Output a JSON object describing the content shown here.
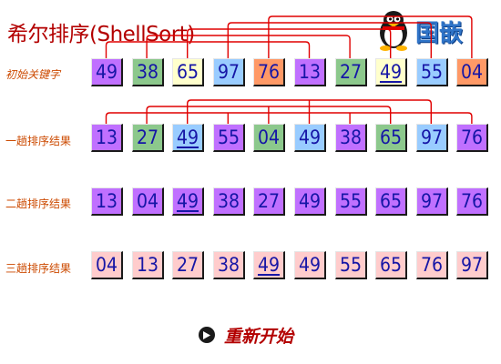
{
  "title": "希尔排序(ShellSort)",
  "logo": {
    "text": "国嵌"
  },
  "colors": {
    "purple": "#c070ff",
    "green": "#8cc88c",
    "yellow": "#ffffcc",
    "blue": "#99ccff",
    "orange": "#ff9966",
    "pink": "#ffcccc",
    "arc": "#e00000"
  },
  "rows": [
    {
      "label": "初始关键字",
      "cells": [
        {
          "value": "49",
          "color": "purple"
        },
        {
          "value": "38",
          "color": "green"
        },
        {
          "value": "65",
          "color": "yellow"
        },
        {
          "value": "97",
          "color": "blue"
        },
        {
          "value": "76",
          "color": "orange"
        },
        {
          "value": "13",
          "color": "purple"
        },
        {
          "value": "27",
          "color": "green"
        },
        {
          "value": "49",
          "color": "yellow",
          "underline": true
        },
        {
          "value": "55",
          "color": "blue"
        },
        {
          "value": "04",
          "color": "orange"
        }
      ]
    },
    {
      "label": "一趟排序结果",
      "cells": [
        {
          "value": "13",
          "color": "purple"
        },
        {
          "value": "27",
          "color": "green"
        },
        {
          "value": "49",
          "color": "blue",
          "underline": true
        },
        {
          "value": "55",
          "color": "purple"
        },
        {
          "value": "04",
          "color": "green"
        },
        {
          "value": "49",
          "color": "blue"
        },
        {
          "value": "38",
          "color": "purple"
        },
        {
          "value": "65",
          "color": "green"
        },
        {
          "value": "97",
          "color": "blue"
        },
        {
          "value": "76",
          "color": "purple"
        }
      ]
    },
    {
      "label": "二趟排序结果",
      "cells": [
        {
          "value": "13",
          "color": "purple"
        },
        {
          "value": "04",
          "color": "purple"
        },
        {
          "value": "49",
          "color": "purple",
          "underline": true
        },
        {
          "value": "38",
          "color": "purple"
        },
        {
          "value": "27",
          "color": "purple"
        },
        {
          "value": "49",
          "color": "purple"
        },
        {
          "value": "55",
          "color": "purple"
        },
        {
          "value": "65",
          "color": "purple"
        },
        {
          "value": "97",
          "color": "purple"
        },
        {
          "value": "76",
          "color": "purple"
        }
      ]
    },
    {
      "label": "三趟排序结果",
      "cells": [
        {
          "value": "04",
          "color": "pink"
        },
        {
          "value": "13",
          "color": "pink"
        },
        {
          "value": "27",
          "color": "pink"
        },
        {
          "value": "38",
          "color": "pink"
        },
        {
          "value": "49",
          "color": "pink",
          "underline": true
        },
        {
          "value": "49",
          "color": "pink"
        },
        {
          "value": "55",
          "color": "pink"
        },
        {
          "value": "65",
          "color": "pink"
        },
        {
          "value": "76",
          "color": "pink"
        },
        {
          "value": "97",
          "color": "pink"
        }
      ]
    }
  ],
  "arc_groups": [
    {
      "row": 0,
      "columns": [
        [
          0,
          5
        ],
        [
          1,
          6
        ],
        [
          2,
          7
        ],
        [
          3,
          8
        ],
        [
          4,
          9
        ]
      ]
    },
    {
      "row": 1,
      "columns": [
        [
          0,
          3,
          6,
          9
        ],
        [
          1,
          4,
          7
        ],
        [
          2,
          5,
          8
        ]
      ]
    }
  ],
  "restart": {
    "label": "重新开始",
    "icon": "play-circle-icon"
  }
}
